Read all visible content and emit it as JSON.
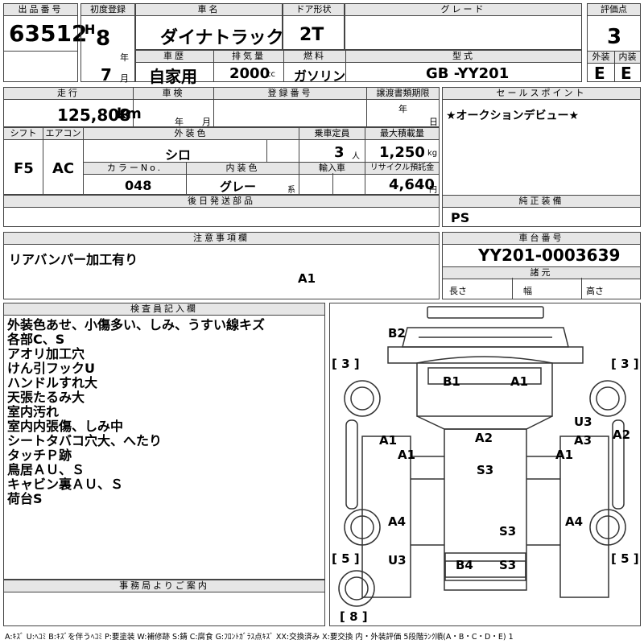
{
  "header": {
    "lot_label": "出品番号",
    "lot": "63512",
    "first_reg_label": "初度登録",
    "era": "H",
    "year": "8",
    "year_unit": "年",
    "month": "7",
    "month_unit": "月",
    "car_name_label": "車名",
    "car_name": "ダイナトラック",
    "door_label": "ドア形状",
    "door": "2T",
    "grade_label": "グレード",
    "grade": "",
    "score_label": "評価点",
    "score": "3",
    "history_label": "車歴",
    "history": "自家用",
    "disp_label": "排気量",
    "disp": "2000",
    "disp_unit": "cc",
    "fuel_label": "燃料",
    "fuel": "ガソリン",
    "model_label": "型式",
    "model": "GB -YY201",
    "ext_label": "外装",
    "ext": "E",
    "int_label": "内装",
    "int": "E"
  },
  "row2": {
    "mileage_label": "走行",
    "mileage": "125,808",
    "km": "km",
    "inspection_label": "車検",
    "y": "年",
    "m": "月",
    "reg_label": "登録番号",
    "deadline_label": "譲渡書類期限",
    "dy": "年",
    "dd": "日",
    "sales_label": "セールスポイント",
    "sales": "★オークションデビュー★"
  },
  "row3": {
    "shift_label": "シフト",
    "shift": "F5",
    "ac_label": "エアコン",
    "ac": "AC",
    "color_label": "外装色",
    "color": "シロ",
    "capacity_label": "乗車定員",
    "capacity": "3",
    "person": "人",
    "load_label": "最大積載量",
    "load": "1,250",
    "kg": "kg",
    "color_no_label": "カラーNo.",
    "color_no": "048",
    "int_color_label": "内装色",
    "int_color": "グレー",
    "kei": "系",
    "import_label": "輸入車",
    "recycle_label": "リサイクル預託金",
    "recycle": "4,640",
    "yen": "円"
  },
  "row4": {
    "later_label": "後日発送部品",
    "genuine_label": "純正装備",
    "genuine": "PS"
  },
  "notes": {
    "label": "注意事項欄",
    "text": "リアバンパー加工有り",
    "chassis_label": "車台番号",
    "chassis": "YY201-0003639",
    "spec_label": "諸元",
    "length": "長さ",
    "width": "幅",
    "height": "高さ"
  },
  "inspector": {
    "label": "検査員記入欄",
    "lines": [
      "外装色あせ、小傷多い、しみ、うすい線キズ",
      "各部C、S",
      "アオリ加工穴",
      "けん引フックU",
      "ハンドルすれ大",
      "天張たるみ大",
      "室内汚れ",
      "室内内張傷、しみ中",
      "シートタバコ穴大、へたり",
      "タッチＰ跡",
      "鳥居ＡＵ、Ｓ",
      "キャビン裏ＡＵ、Ｓ",
      "荷台S"
    ]
  },
  "office": {
    "label": "事務局よりご案内"
  },
  "diagram": {
    "labels": [
      "B2",
      "B1",
      "A1",
      "U3",
      "A2",
      "A1",
      "A1",
      "A3",
      "A2",
      "A1",
      "A1",
      "S3",
      "A4",
      "S3",
      "A4",
      "U3",
      "B4",
      "S3"
    ],
    "tires": [
      "[ 3 ]",
      "[ 3 ]",
      "[ 5 ]",
      "[ 5 ]",
      "[ 8 ]"
    ]
  },
  "legend": "A:ｷｽﾞ U:ﾍｺﾐ B:ｷｽﾞを伴うﾍｺﾐ P:要塗装 W:補修跡 S:錆 C:腐食 G:ﾌﾛﾝﾄｶﾞﾗｽ点ｷｽﾞ XX:交換済み X:要交換 内・外装評価 5段階ﾗﾝｸ順(A・B・C・D・E) 1"
}
